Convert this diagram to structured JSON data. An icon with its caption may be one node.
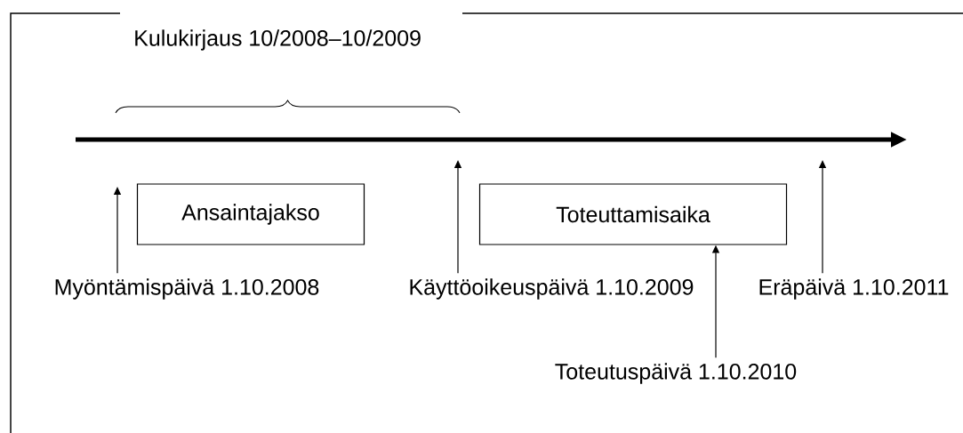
{
  "diagram": {
    "nodes": [
      {
        "text": [
          "Ansaintajakso"
        ]
      },
      {
        "text": [
          "Toteuttamisaika"
        ]
      },
      {
        "text": [
          "Myöntämispäivä 1.10.2008"
        ]
      },
      {
        "text": [
          "Käyttöoikeuspäivä 1.10.2009"
        ]
      },
      {
        "text": [
          "Eräpäivä 1.10.2011"
        ]
      },
      {
        "text": [
          "Toteutuspäivä 1.10.2010"
        ]
      }
    ],
    "edges": [
      {
        "from": 2,
        "to": null,
        "arrow": "to"
      },
      {
        "from": 3,
        "to": null,
        "arrow": "to"
      },
      {
        "from": 4,
        "to": null,
        "arrow": "to"
      },
      {
        "from": 5,
        "to": 1,
        "arrow": "to"
      }
    ],
    "labels": [
      "Kulukirjaus 10/2008–10/2009"
    ]
  }
}
